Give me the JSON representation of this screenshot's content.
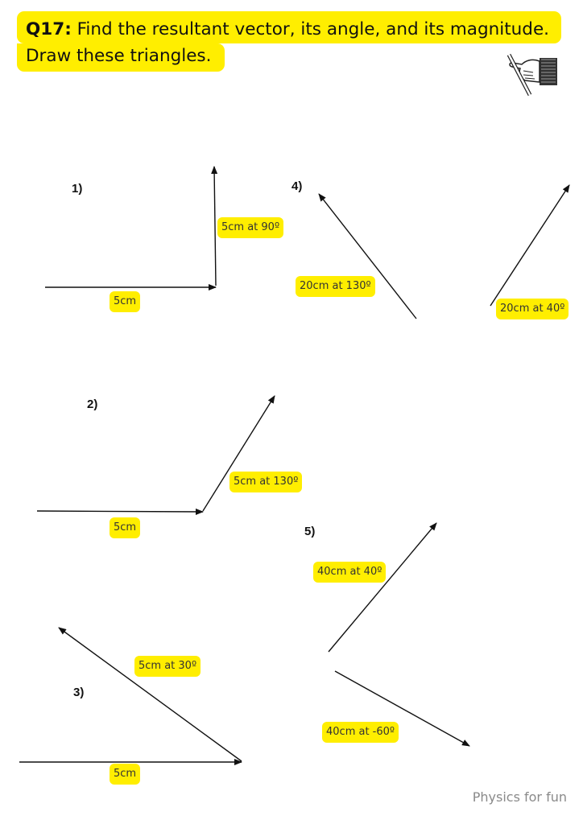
{
  "title": {
    "prefix": "Q17:",
    "text_line1": " Find the resultant vector, its angle, and its  magnitude.",
    "text_line2": "Draw these triangles."
  },
  "problems": [
    {
      "number": "1)",
      "labels": [
        "5cm at 90º",
        "5cm"
      ]
    },
    {
      "number": "2)",
      "labels": [
        "5cm at 130º",
        "5cm"
      ]
    },
    {
      "number": "3)",
      "labels": [
        "5cm at 30º",
        "5cm"
      ]
    },
    {
      "number": "4)",
      "labels": [
        "20cm at 130º",
        "20cm at 40º"
      ]
    },
    {
      "number": "5)",
      "labels": [
        "40cm at 40º",
        "40cm at -60º"
      ]
    }
  ],
  "footer": "Physics for fun",
  "colors": {
    "highlight": "#ffee00",
    "line": "#111111",
    "footer": "#8a8a8a"
  },
  "icons": [
    "pointing-hand-icon"
  ]
}
